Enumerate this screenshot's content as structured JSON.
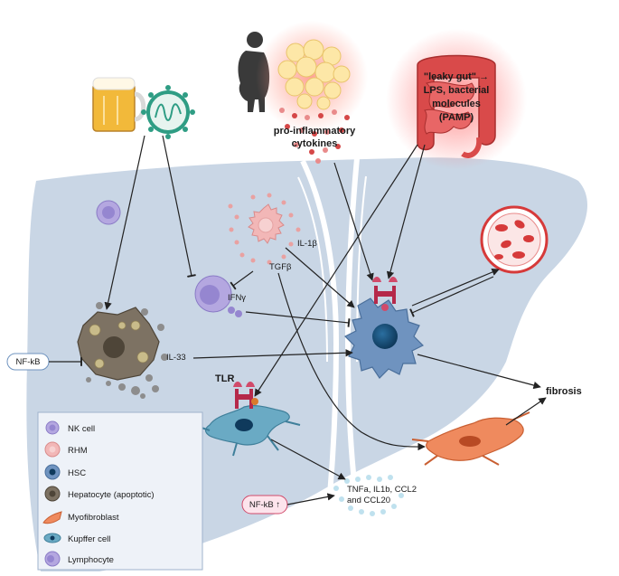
{
  "labels": {
    "cytokines": [
      "pro-inflammatory",
      "cytokines"
    ],
    "leaky_gut": [
      "\"leaky gut\" →",
      "LPS, bacterial",
      "molecules",
      "(PAMP)"
    ],
    "il1b": "IL-1β",
    "tgfb": "TGFβ",
    "ifng": "IFNγ",
    "il33": "IL-33",
    "nfkb_left": "NF-kB",
    "nfkb_bottom": "NF-kB ↑",
    "tlr": "TLR",
    "fibrosis": "fibrosis",
    "tnfa": [
      "TNFa, IL1b, CCL2",
      "and CCL20"
    ]
  },
  "legend": [
    {
      "label": "NK cell",
      "icon": "nk-cell-icon"
    },
    {
      "label": "RHM",
      "icon": "rhm-icon"
    },
    {
      "label": "HSC",
      "icon": "hsc-icon"
    },
    {
      "label": "Hepatocyte (apoptotic)",
      "icon": "hepatocyte-icon"
    },
    {
      "label": "Myofibroblast",
      "icon": "myofibroblast-icon"
    },
    {
      "label": "Kupffer cell",
      "icon": "kupffer-cell-icon"
    },
    {
      "label": "Lymphocyte",
      "icon": "lymphocyte-icon"
    }
  ],
  "colors": {
    "liver": "#c9d6e5",
    "hsc": "#6f93bf",
    "rhm": "#f2b7b7",
    "myofibroblast": "#ef8a5e",
    "kupffer": "#6aaac4",
    "lymphocyte": "#b4a7e0",
    "gut": "#d94a4a",
    "vessel": "#d63a3a"
  }
}
